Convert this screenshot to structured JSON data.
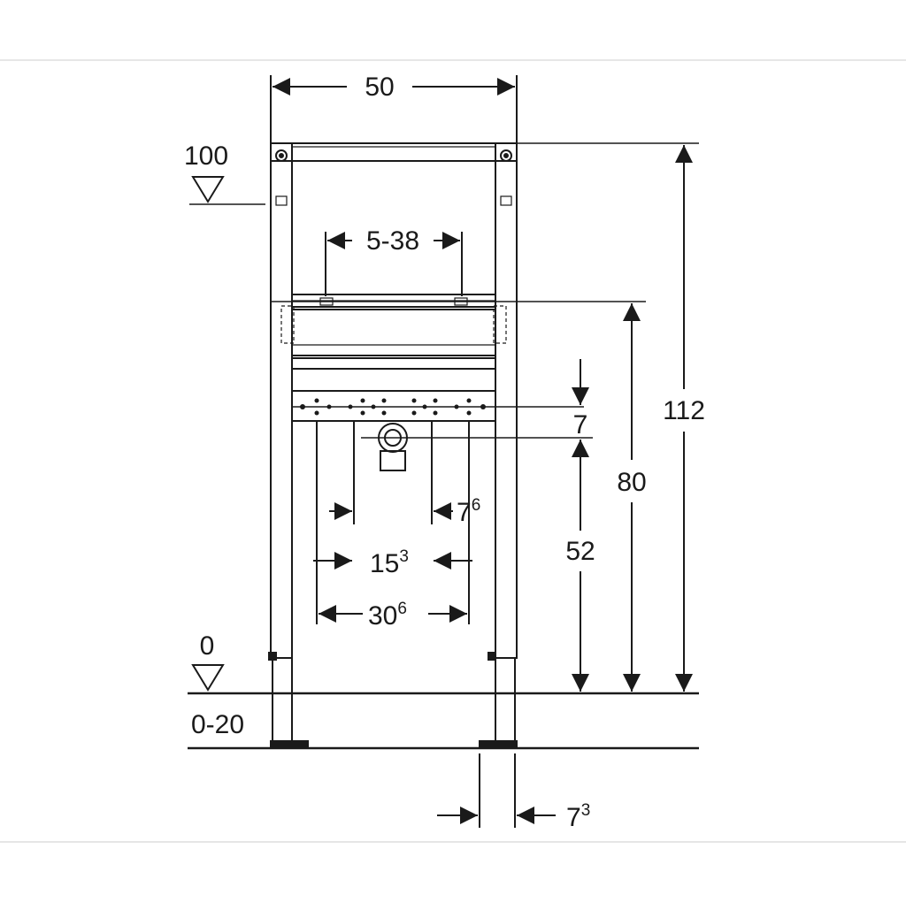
{
  "dimensions": {
    "width_total": "50",
    "height_total": "112",
    "height_mid": "80",
    "height_outlet": "52",
    "offset_small": "7",
    "rail_span": "5-38",
    "outlet_inner": {
      "base": "7",
      "sup": "6"
    },
    "outlet_mid": {
      "base": "15",
      "sup": "3"
    },
    "outlet_outer": {
      "base": "30",
      "sup": "6"
    },
    "foot_offset": {
      "base": "7",
      "sup": "3"
    }
  },
  "levels": {
    "top_label": "100",
    "floor_label": "0",
    "range_label": "0-20"
  },
  "colors": {
    "line": "#1a1a1a",
    "border": "#dddddd",
    "background": "#ffffff"
  }
}
